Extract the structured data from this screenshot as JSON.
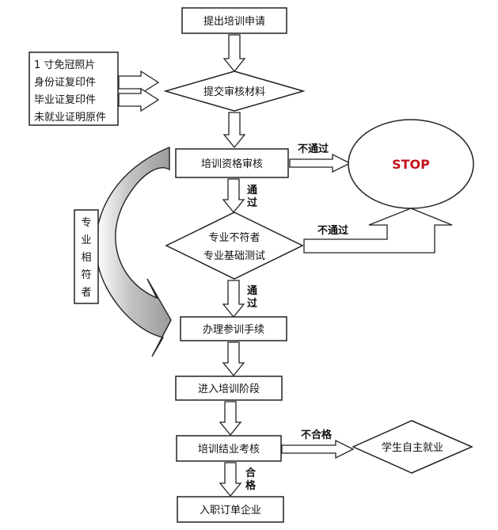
{
  "nodes": {
    "apply": "提出培训申请",
    "submit": "提交审核材料",
    "qualify": "培训资格审核",
    "major_line1": "专业不符者",
    "major_line2": "专业基础测试",
    "procedure": "办理参训手续",
    "stage": "进入培训阶段",
    "exam": "培训结业考核",
    "job": "入职订单企业",
    "self": "学生自主就业",
    "stop": "STOP"
  },
  "materials": [
    "1 寸免冠照片",
    "身份证复印件",
    "毕业证复印件",
    "未就业证明原件"
  ],
  "side_label": [
    "专",
    "业",
    "相",
    "符",
    "者"
  ],
  "edge_labels": {
    "fail1": "不通过",
    "pass1_a": "通",
    "pass1_b": "过",
    "fail2": "不通过",
    "pass2_a": "通",
    "pass2_b": "过",
    "fail3": "不合格",
    "pass3_a": "合",
    "pass3_b": "格"
  }
}
